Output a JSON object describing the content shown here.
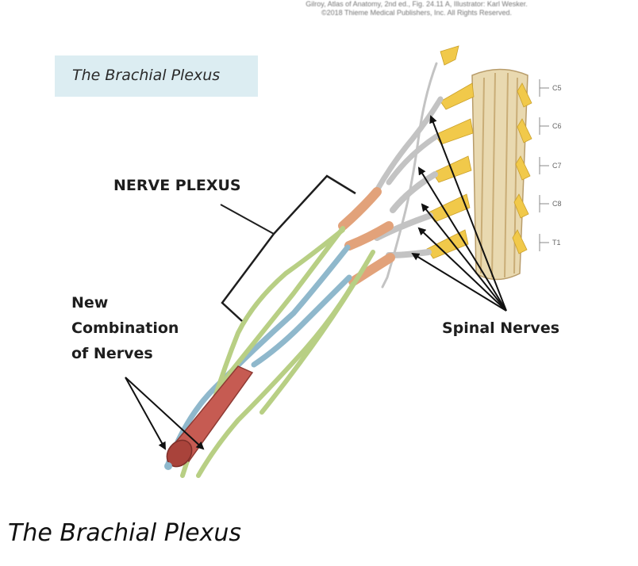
{
  "credit": {
    "line1": "Gilroy, Atlas of Anatomy, 2nd ed., Fig. 24.11 A, Illustrator: Karl Wesker.",
    "line2": "©2018 Thieme Medical Publishers, Inc. All Rights Reserved."
  },
  "figure": {
    "title_box": "The Brachial Plexus",
    "labels": {
      "nerve_plexus": "NERVE PLEXUS",
      "new_combination_line1": "New",
      "new_combination_line2": "Combination",
      "new_combination_line3": "of Nerves",
      "spinal_nerves": "Spinal Nerves"
    },
    "segments": [
      "C5",
      "C6",
      "C7",
      "C8",
      "T1"
    ]
  },
  "caption": "The Brachial Plexus",
  "colors": {
    "title_box_bg": "#dcedf2",
    "spinal_cord": "#e9d9b0",
    "dorsal_root": "#f1c94a",
    "nerve_gray": "#c3c3c3",
    "nerve_orange": "#e2a27a",
    "nerve_green": "#b8cf84",
    "nerve_blue": "#8fb8cc",
    "artery": "#c65b52"
  }
}
